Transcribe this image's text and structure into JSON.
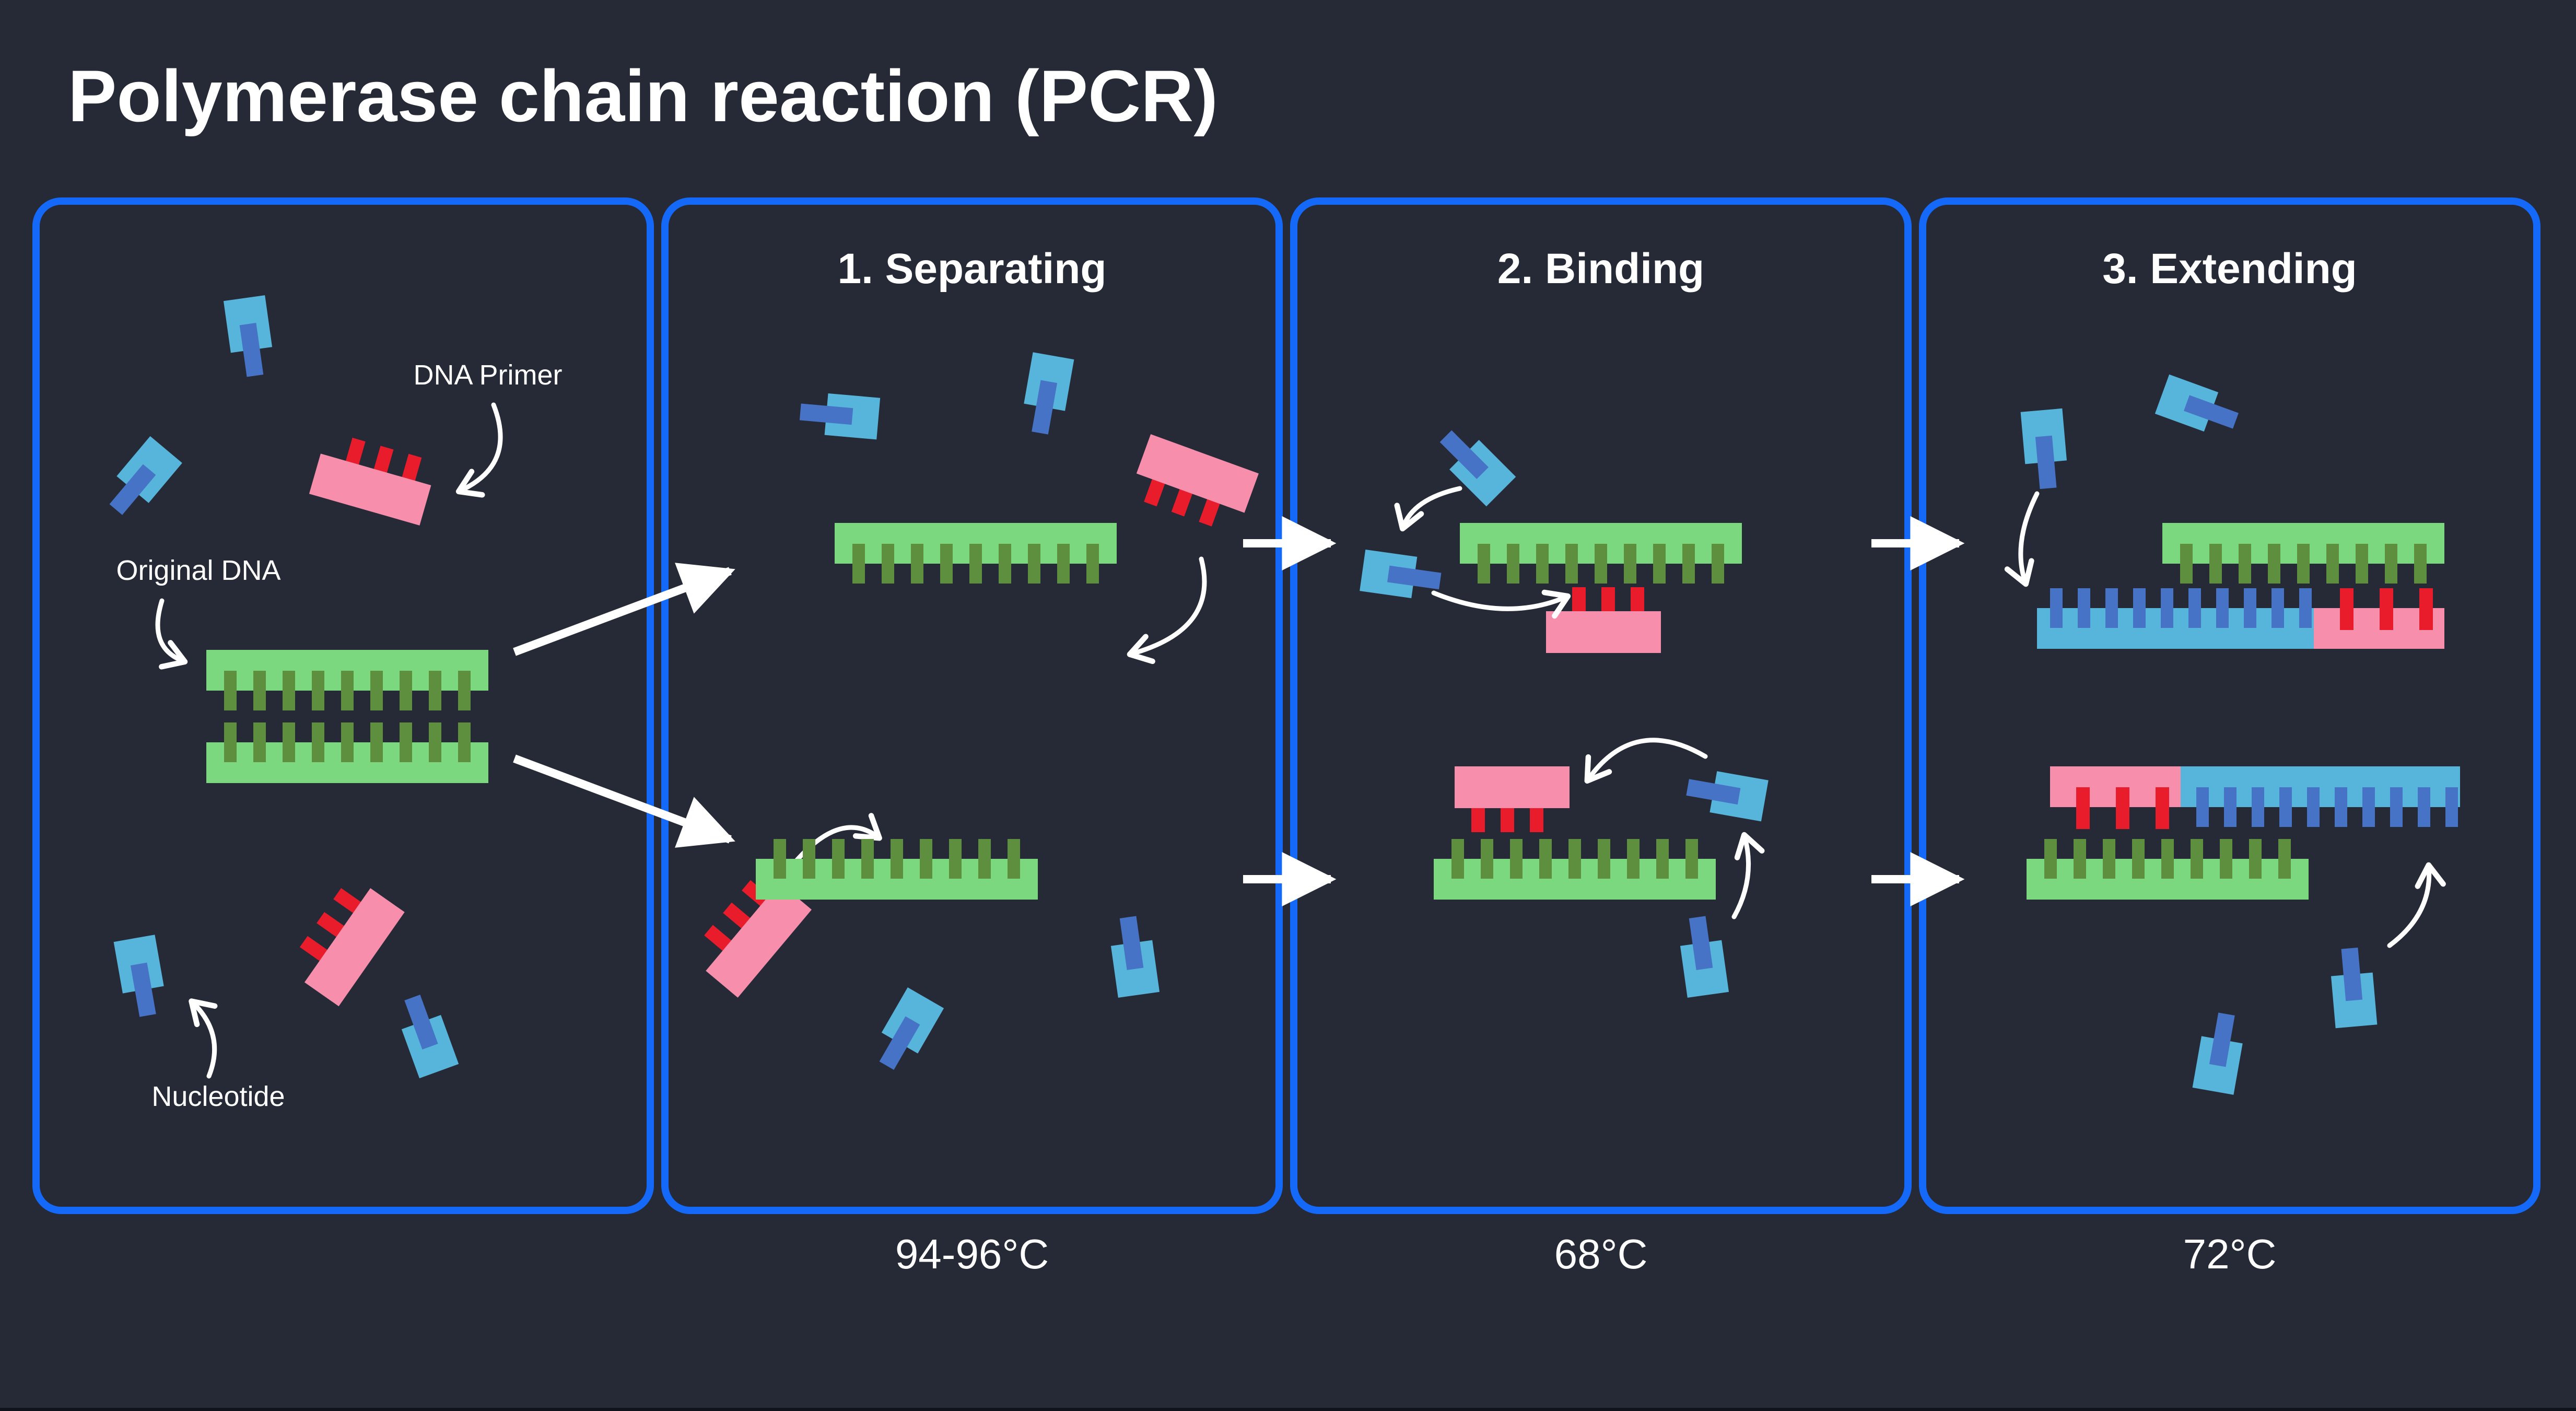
{
  "title": "Polymerase chain reaction (PCR)",
  "panels": [
    {
      "name": "mixture",
      "title": "",
      "temperature": ""
    },
    {
      "name": "separating",
      "title": "1. Separating",
      "temperature": "94-96°C"
    },
    {
      "name": "binding",
      "title": "2. Binding",
      "temperature": "68°C"
    },
    {
      "name": "extending",
      "title": "3. Extending",
      "temperature": "72°C"
    }
  ],
  "annotations": {
    "dna_primer": "DNA Primer",
    "original_dna": "Original DNA",
    "nucleotide": "Nucleotide"
  },
  "icons": {
    "double_strand": "dna-double-strand-icon",
    "template_strand": "dna-template-strand-icon",
    "primer": "dna-primer-icon",
    "nucleotide": "nucleotide-icon",
    "new_strand": "new-dna-strand-icon",
    "step_arrow": "arrow-right-icon",
    "annotation_arrow": "curved-arrow-icon"
  },
  "colors": {
    "background": "#252a36",
    "panel_border": "#1569f8",
    "strand_green": "#7bd87f",
    "strand_green_dark": "#5d8f3e",
    "primer_pink": "#f78fac",
    "primer_red": "#e91c2c",
    "nucleotide_blue": "#57b5db",
    "nucleotide_stem_blue": "#4673c5",
    "text": "#ffffff",
    "arrow": "#ffffff"
  }
}
